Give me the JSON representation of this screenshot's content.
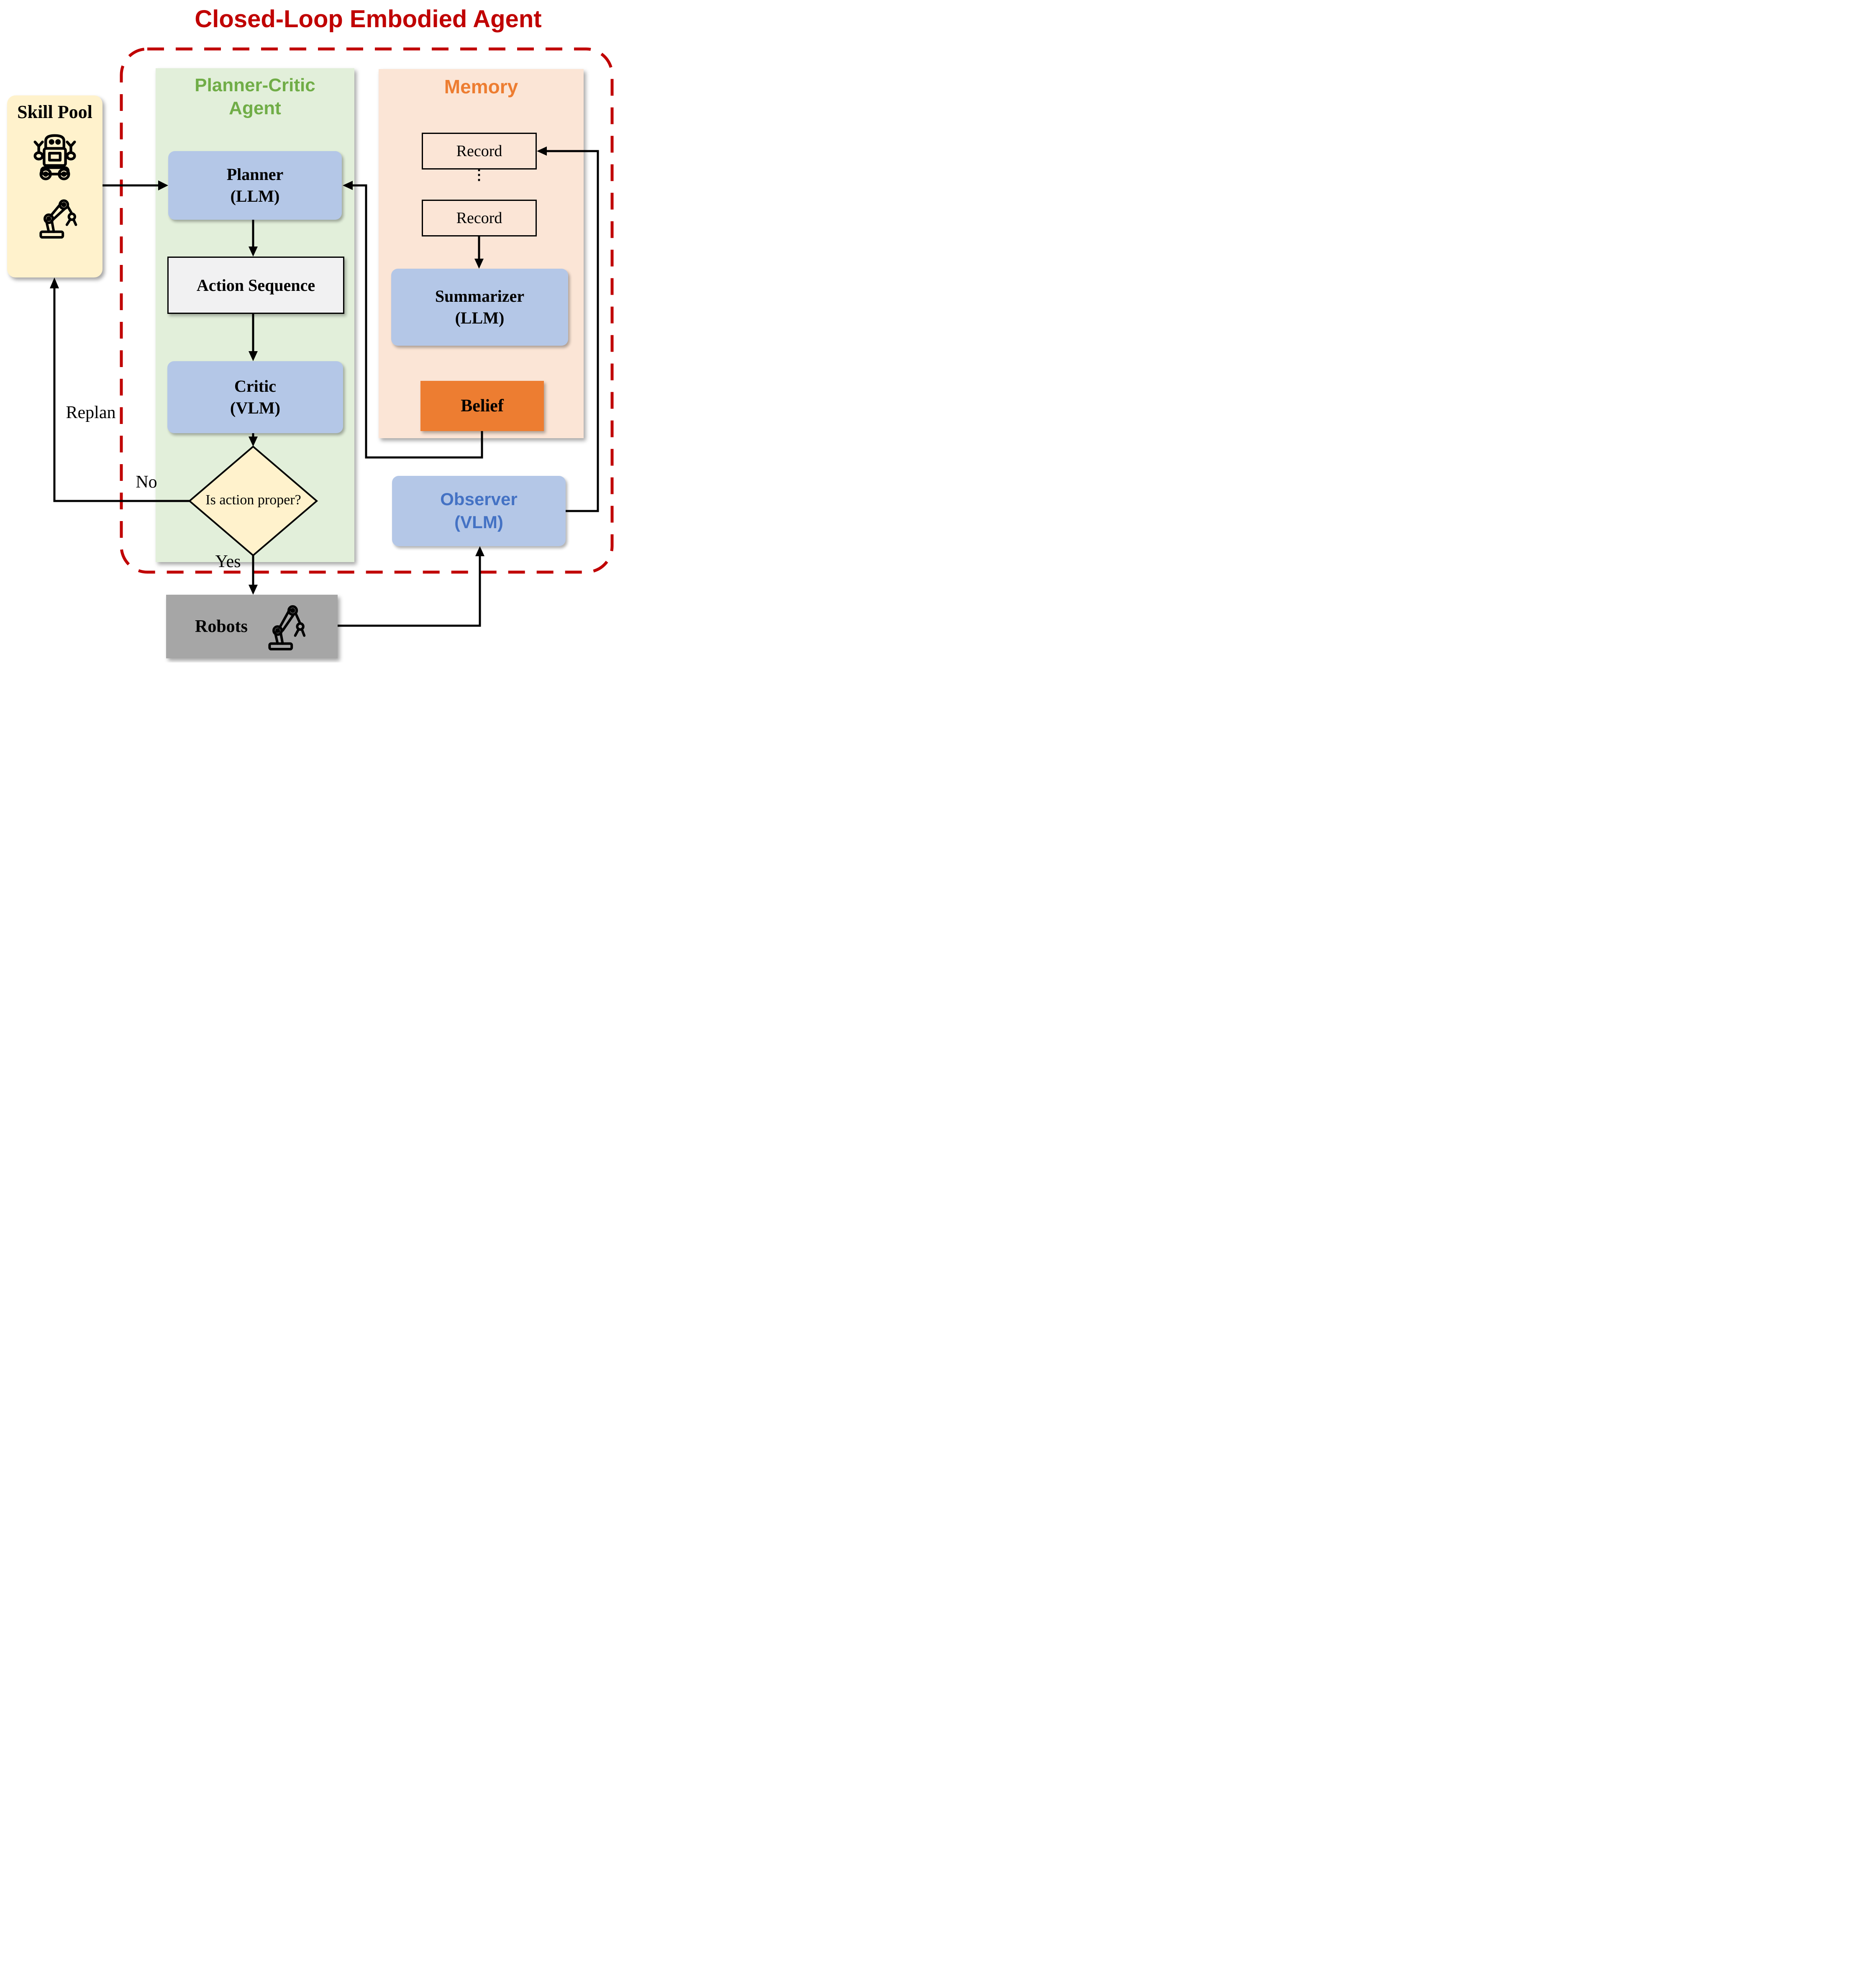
{
  "title": "Closed-Loop Embodied Agent",
  "colors": {
    "title_red": "#C00000",
    "dashed_border_red": "#C00000",
    "planner_critic_green": "#70AD47",
    "green_panel_bg": "#E2EFDA",
    "memory_orange": "#ED7D31",
    "memory_panel_bg": "#FBE5D6",
    "skill_pool_bg": "#FFF2CC",
    "diamond_bg": "#FFF2CC",
    "node_blue_bg": "#B4C7E7",
    "observer_text_blue": "#4472C4",
    "belief_bg": "#ED7D31",
    "robots_gray_bg": "#A6A6A6",
    "connector_black": "#000000"
  },
  "skill_pool": {
    "title": "Skill Pool",
    "icons": [
      "robot-icon",
      "robot-arm-icon"
    ]
  },
  "planner_critic": {
    "title_line1": "Planner-Critic",
    "title_line2": "Agent",
    "planner": {
      "line1": "Planner",
      "line2": "(LLM)"
    },
    "action_sequence": "Action Sequence",
    "critic": {
      "line1": "Critic",
      "line2": "(VLM)"
    },
    "decision": "Is action proper?"
  },
  "memory": {
    "title": "Memory",
    "records": [
      "Record",
      "Record"
    ],
    "ellipsis": "⋮",
    "summarizer": {
      "line1": "Summarizer",
      "line2": "(LLM)"
    },
    "belief": "Belief"
  },
  "observer": {
    "line1": "Observer",
    "line2": "(VLM)"
  },
  "robots": {
    "label": "Robots",
    "icon": "robot-arm-icon"
  },
  "edges": {
    "replan": "Replan",
    "no": "No",
    "yes": "Yes"
  }
}
